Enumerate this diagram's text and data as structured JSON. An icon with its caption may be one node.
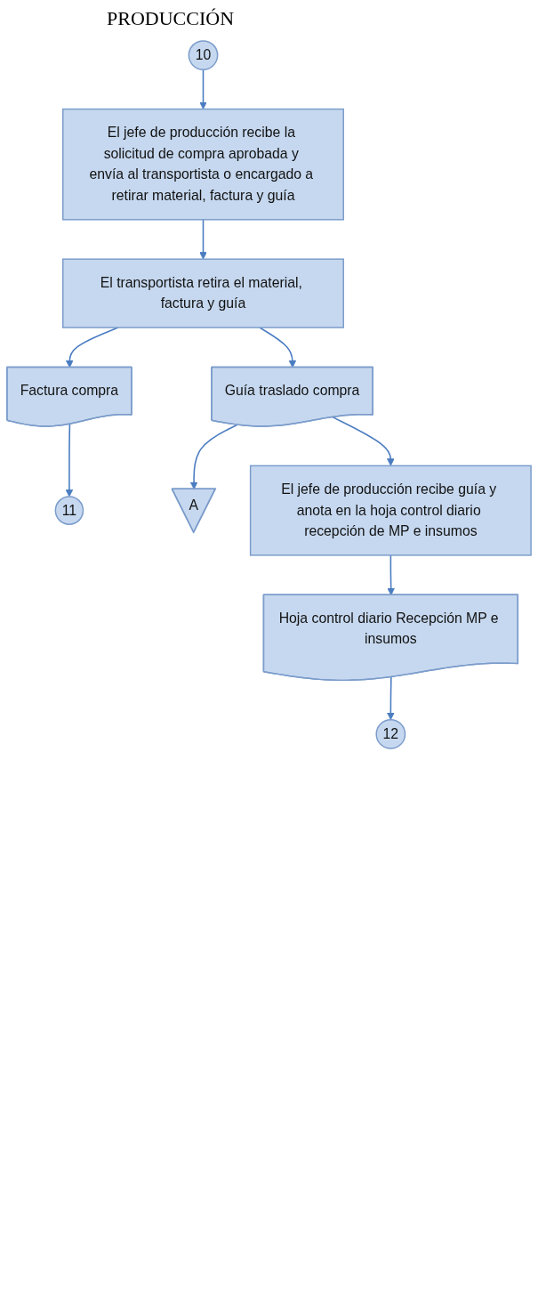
{
  "diagram": {
    "title": "PRODUCCIÓN",
    "nodes": [
      {
        "text": [
          "10"
        ]
      },
      {
        "text": [
          "El jefe de producción recibe la solicitud de compra aprobada y envía al transportista o encargado a retirar material, factura y guía"
        ]
      },
      {
        "text": [
          "El transportista retira el material, factura y guía"
        ]
      },
      {
        "text": [
          "Factura compra"
        ]
      },
      {
        "text": [
          "Guía traslado compra"
        ]
      },
      {
        "text": [
          "11"
        ]
      },
      {
        "text": [
          "A"
        ]
      },
      {
        "text": [
          "El jefe de producción recibe guía y anota en la hoja control diario recepción de MP e insumos"
        ]
      },
      {
        "text": [
          "Hoja control diario Recepción MP e insumos"
        ]
      },
      {
        "text": [
          "12"
        ]
      }
    ],
    "edges": [
      {
        "from": 0,
        "to": 1,
        "arrow": "to"
      },
      {
        "from": 1,
        "to": 2,
        "arrow": "to"
      },
      {
        "from": 2,
        "to": 3,
        "arrow": "to"
      },
      {
        "from": 2,
        "to": 4,
        "arrow": "to"
      },
      {
        "from": 3,
        "to": 5,
        "arrow": "to"
      },
      {
        "from": 4,
        "to": 6,
        "arrow": "to"
      },
      {
        "from": 4,
        "to": 7,
        "arrow": "to"
      },
      {
        "from": 7,
        "to": 8,
        "arrow": "to"
      },
      {
        "from": 8,
        "to": 9,
        "arrow": "to"
      }
    ]
  }
}
